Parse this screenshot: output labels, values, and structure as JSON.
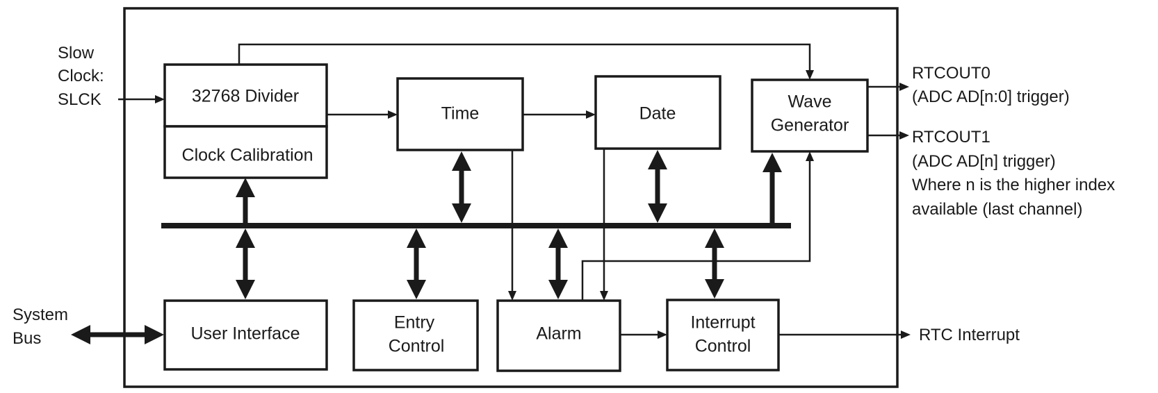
{
  "blocks": {
    "divider": "32768 Divider",
    "calibration": "Clock Calibration",
    "time": "Time",
    "date": "Date",
    "wave": [
      "Wave",
      "Generator"
    ],
    "user_interface": "User Interface",
    "entry": [
      "Entry",
      "Control"
    ],
    "alarm": "Alarm",
    "interrupt": [
      "Interrupt",
      "Control"
    ]
  },
  "inputs": {
    "slow_clock": [
      "Slow",
      "Clock:",
      "SLCK"
    ],
    "system_bus": [
      "System",
      "Bus"
    ]
  },
  "outputs": {
    "rtcout0": [
      "RTCOUT0",
      "(ADC AD[n:0] trigger)"
    ],
    "rtcout1": [
      "RTCOUT1",
      "(ADC AD[n] trigger)",
      "Where n is the higher index",
      "available (last channel)"
    ],
    "rtc_interrupt": "RTC Interrupt"
  },
  "colors": {
    "line": "#1a1a1a",
    "background": "#ffffff"
  }
}
